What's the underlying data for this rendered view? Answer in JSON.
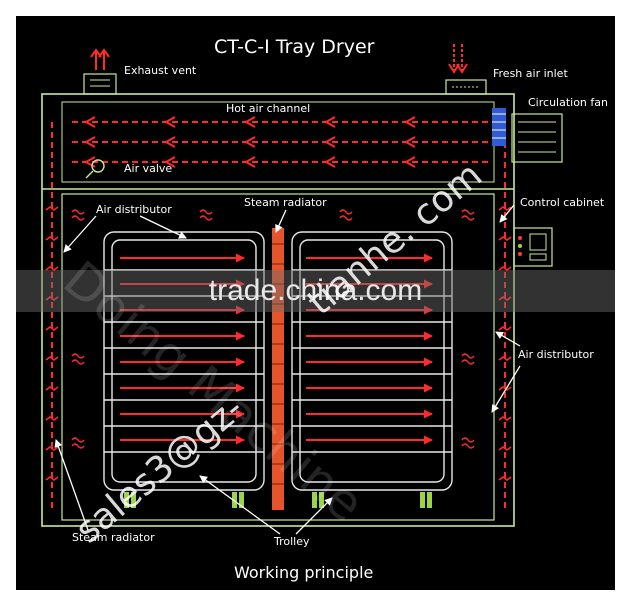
{
  "title": "CT-C-I Tray Dryer",
  "caption": "Working principle",
  "labels": {
    "exhaust_vent": "Exhaust vent",
    "fresh_air_inlet": "Fresh air inlet",
    "hot_air_channel": "Hot air channel",
    "circulation_fan": "Circulation fan",
    "air_valve": "Air valve",
    "steam_radiator_top": "Steam radiator",
    "air_distributor_left": "Air distributor",
    "control_cabinet": "Control cabinet",
    "air_distributor_right": "Air distributor",
    "steam_radiator_bottom": "Steam radiator",
    "trolley": "Trolley"
  },
  "watermarks": {
    "band_text": "trade.china.com",
    "diag_email": "sales3@gz-",
    "diag_domain": "tianhe. com",
    "diag_company": "Doing Machine"
  },
  "colors": {
    "background": "#000000",
    "frame_line": "#c9e89a",
    "hot_air": "#ff2a2a",
    "radiator": "#e5542a",
    "trolley_wheel": "#9bd34a",
    "text": "#ffffff"
  },
  "icons": {
    "fan": "fan-icon",
    "valve": "valve-icon",
    "control": "control-panel-icon"
  }
}
